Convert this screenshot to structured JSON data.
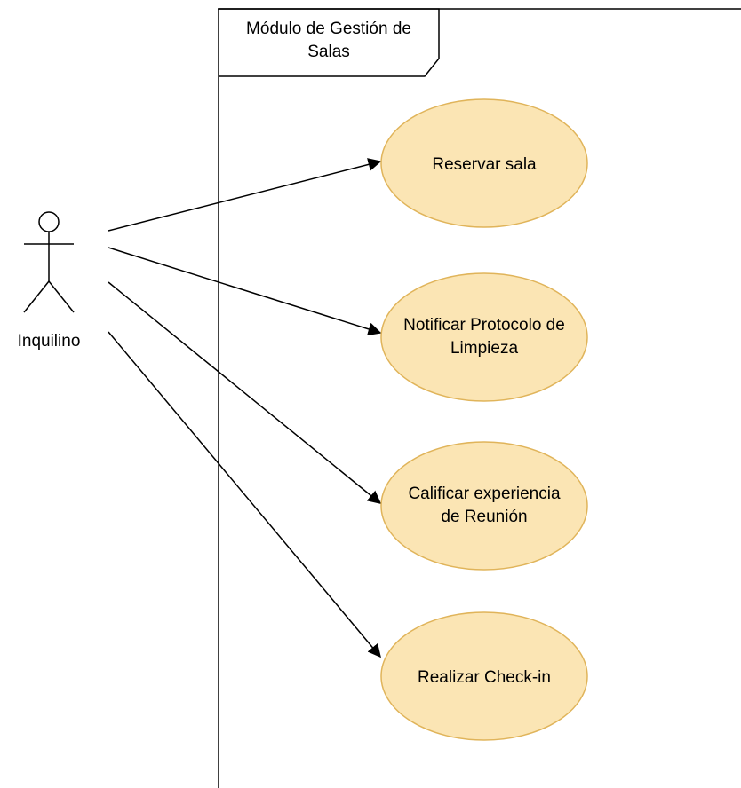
{
  "frame": {
    "title_lines": [
      "Módulo de Gestión de",
      "Salas"
    ]
  },
  "actor": {
    "label": "Inquilino"
  },
  "use_cases": [
    {
      "lines": [
        "Reservar sala"
      ]
    },
    {
      "lines": [
        "Notificar Protocolo de",
        "Limpieza"
      ]
    },
    {
      "lines": [
        "Calificar experiencia",
        "de Reunión"
      ]
    },
    {
      "lines": [
        "Realizar Check-in"
      ]
    }
  ],
  "colors": {
    "use_case_fill": "#fbe5b4",
    "use_case_stroke": "#e0b45a",
    "line": "#000000",
    "frame_stroke": "#000000"
  }
}
